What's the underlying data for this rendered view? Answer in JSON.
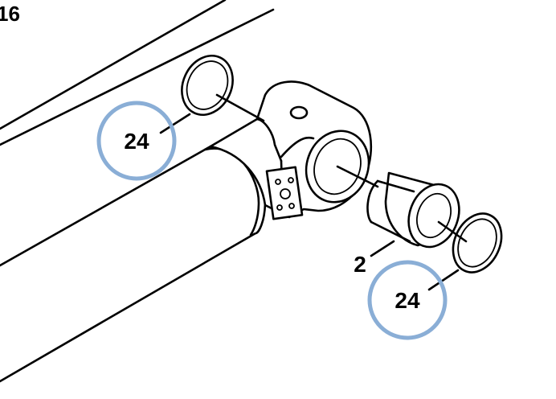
{
  "figure_number": "16",
  "labels": {
    "seal_upper": "24",
    "bushing": "2",
    "seal_lower": "24"
  },
  "colors": {
    "highlight_circle": "#8aaed6",
    "line": "#000000",
    "background": "#ffffff"
  }
}
